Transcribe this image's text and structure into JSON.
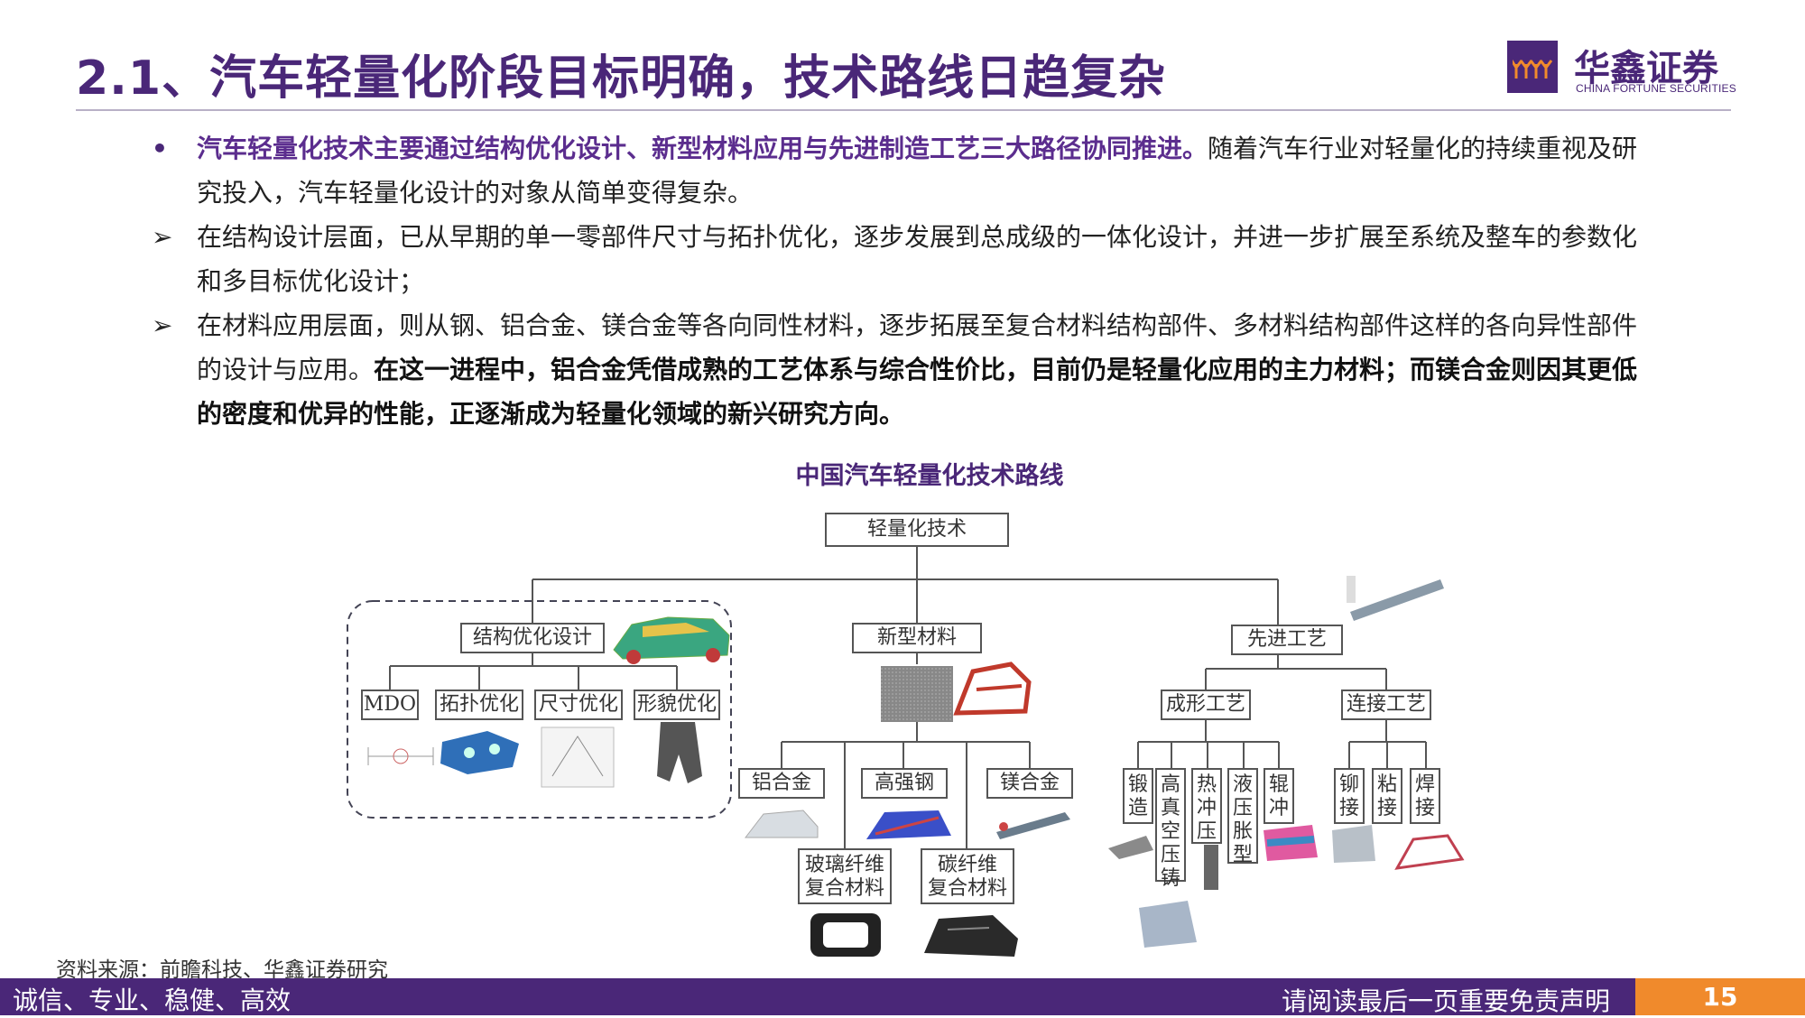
{
  "header": {
    "title": "2.1、汽车轻量化阶段目标明确，技术路线日趋复杂",
    "logo_cn": "华鑫证券",
    "logo_en": "CHINA FORTUNE SECURITIES"
  },
  "bullets": [
    {
      "marker": "•",
      "highlight": "汽车轻量化技术主要通过结构优化设计、新型材料应用与先进制造工艺三大路径协同推进。",
      "text": "随着汽车行业对轻量化的持续重视及研究投入，汽车轻量化设计的对象从简单变得复杂。"
    },
    {
      "marker": "➢",
      "text": "在结构设计层面，已从早期的单一零部件尺寸与拓扑优化，逐步发展到总成级的一体化设计，并进一步扩展至系统及整车的参数化和多目标优化设计；"
    },
    {
      "marker": "➢",
      "text": "在材料应用层面，则从钢、铝合金、镁合金等各向同性材料，逐步拓展至复合材料结构部件、多材料结构部件这样的各向异性部件的设计与应用。",
      "bold": "在这一进程中，铝合金凭借成熟的工艺体系与综合性价比，目前仍是轻量化应用的主力材料；而镁合金则因其更低的密度和优异的性能，正逐渐成为轻量化领域的新兴研究方向。"
    }
  ],
  "figure": {
    "title": "中国汽车轻量化技术路线",
    "root": "轻量化技术",
    "structure": {
      "label": "结构优化设计",
      "children": [
        "MDO",
        "拓扑优化",
        "尺寸优化",
        "形貌优化"
      ]
    },
    "materials": {
      "label": "新型材料",
      "children": [
        "铝合金",
        "高强钢",
        "镁合金"
      ],
      "composites": [
        "玻璃纤维\n复合材料",
        "碳纤维\n复合材料"
      ]
    },
    "process": {
      "label": "先进工艺",
      "forming": {
        "label": "成形工艺",
        "children": [
          "锻\n造",
          "高\n真\n空\n压\n铸",
          "热\n冲\n压",
          "液\n压\n胀\n型",
          "辊\n冲"
        ]
      },
      "joining": {
        "label": "连接工艺",
        "children": [
          "铆\n接",
          "粘\n接",
          "焊\n接"
        ]
      }
    }
  },
  "source": "资料来源：前瞻科技、华鑫证券研究",
  "footer": {
    "left": "诚信、专业、稳健、高效",
    "right": "请阅读最后一页重要免责声明",
    "page": "15"
  },
  "colors": {
    "brand": "#4a2778",
    "accent": "#f08a2c"
  }
}
